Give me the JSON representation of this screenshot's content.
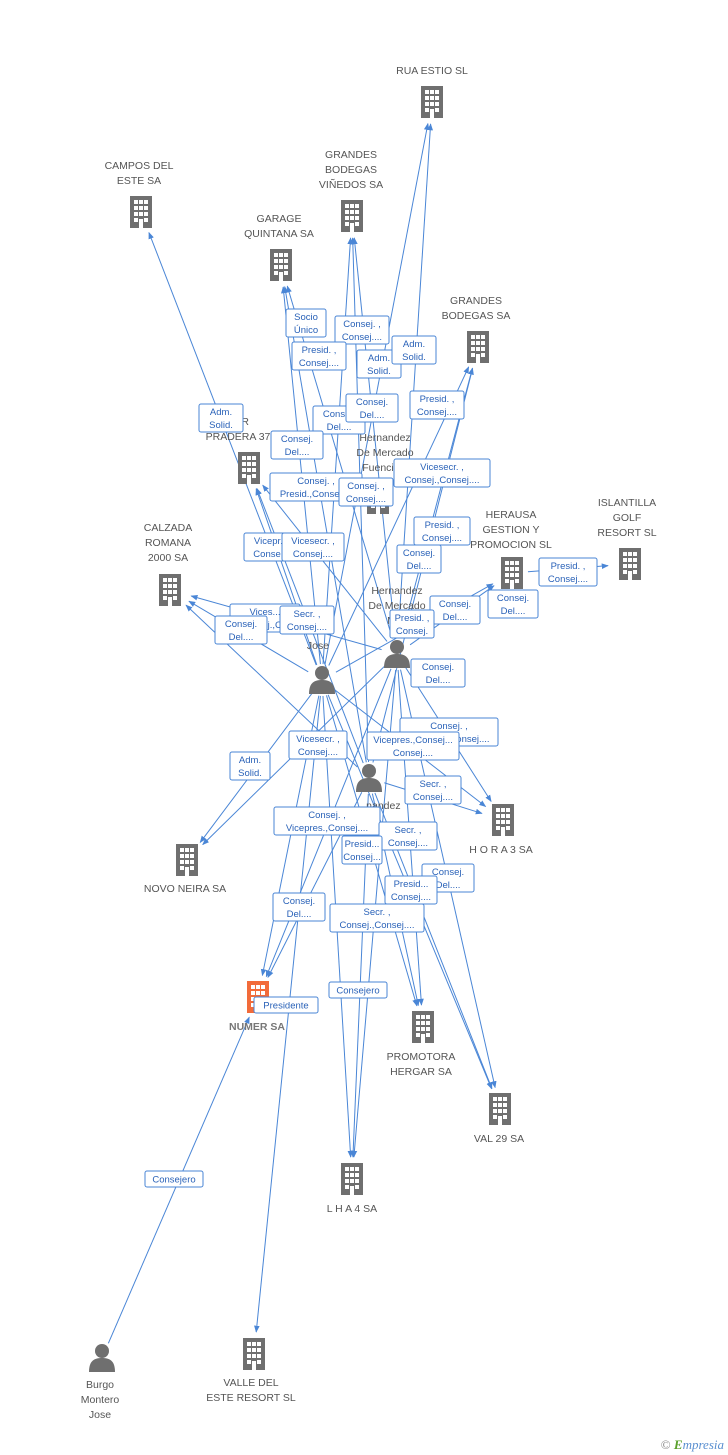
{
  "companies": [
    {
      "id": "rua",
      "lines": [
        "RUA ESTIO SL"
      ],
      "focus": false
    },
    {
      "id": "campos",
      "lines": [
        "CAMPOS DEL",
        "ESTE SA"
      ],
      "focus": false
    },
    {
      "id": "gbv",
      "lines": [
        "GRANDES",
        "BODEGAS",
        "VIÑEDOS SA"
      ],
      "focus": false
    },
    {
      "id": "garage",
      "lines": [
        "GARAGE",
        "QUINTANA SA"
      ],
      "focus": false
    },
    {
      "id": "gb",
      "lines": [
        "GRANDES",
        "BODEGAS SA"
      ],
      "focus": false
    },
    {
      "id": "tor",
      "lines": [
        "TOR",
        "PRADERA 37"
      ],
      "focus": false
    },
    {
      "id": "hdm_co",
      "lines": [
        "Hernandez",
        "De Mercado",
        "Fuencis..."
      ],
      "focus": false
    },
    {
      "id": "calzada",
      "lines": [
        "CALZADA",
        "ROMANA",
        "2000 SA"
      ],
      "focus": false
    },
    {
      "id": "herausa",
      "lines": [
        "HERAUSA",
        "GESTION Y",
        "PROMOCION SL"
      ],
      "focus": false
    },
    {
      "id": "islantilla",
      "lines": [
        "ISLANTILLA",
        "GOLF",
        "RESORT SL"
      ],
      "focus": false
    },
    {
      "id": "hora3",
      "lines": [
        "H O R A 3 SA"
      ],
      "focus": false
    },
    {
      "id": "novo",
      "lines": [
        "NOVO NEIRA SA"
      ],
      "focus": false
    },
    {
      "id": "numer",
      "lines": [
        "NUMER SA"
      ],
      "focus": true
    },
    {
      "id": "promotora",
      "lines": [
        "PROMOTORA",
        "HERGAR SA"
      ],
      "focus": false
    },
    {
      "id": "val29",
      "lines": [
        "VAL 29 SA"
      ],
      "focus": false
    },
    {
      "id": "lha4",
      "lines": [
        "L H A 4 SA"
      ],
      "focus": false
    },
    {
      "id": "valle",
      "lines": [
        "VALLE DEL",
        "ESTE RESORT SL"
      ],
      "focus": false
    }
  ],
  "persons": [
    {
      "id": "p_jose",
      "lines": [
        "...ez",
        "...ado",
        "Jose"
      ]
    },
    {
      "id": "p_miguel",
      "lines": [
        "Hernandez",
        "De Mercado",
        "Mi..."
      ]
    },
    {
      "id": "p_third",
      "lines": [
        "...nandez"
      ]
    },
    {
      "id": "p_burgo",
      "lines": [
        "Burgo",
        "Montero",
        "Jose"
      ]
    }
  ],
  "relations": [
    {
      "id": "r1",
      "lines": [
        "Socio",
        "Único"
      ]
    },
    {
      "id": "r2",
      "lines": [
        "Consej. ,",
        "Consej...."
      ]
    },
    {
      "id": "r3",
      "lines": [
        "Presid. ,",
        "Consej...."
      ]
    },
    {
      "id": "r4",
      "lines": [
        "Adm.",
        "Solid."
      ]
    },
    {
      "id": "r5",
      "lines": [
        "Adm.",
        "Solid."
      ]
    },
    {
      "id": "r6",
      "lines": [
        "Adm.",
        "Solid."
      ]
    },
    {
      "id": "r7",
      "lines": [
        "Presid. ,",
        "Consej...."
      ]
    },
    {
      "id": "r8",
      "lines": [
        "Consej.",
        "Del...."
      ]
    },
    {
      "id": "r9",
      "lines": [
        "Consej.",
        "Del...."
      ]
    },
    {
      "id": "r10",
      "lines": [
        "Consej.",
        "Del...."
      ]
    },
    {
      "id": "r11",
      "lines": [
        "Vicesecr. ,",
        "Consej.,Consej...."
      ]
    },
    {
      "id": "r12",
      "lines": [
        "Consej. ,",
        "Presid.,Consej...."
      ]
    },
    {
      "id": "r13",
      "lines": [
        "Consej. ,",
        "Consej...."
      ]
    },
    {
      "id": "r14",
      "lines": [
        "Presid. ,",
        "Consej...."
      ]
    },
    {
      "id": "r15",
      "lines": [
        "Vicepr...",
        "Conse..."
      ]
    },
    {
      "id": "r16",
      "lines": [
        "Vicesecr. ,",
        "Consej...."
      ]
    },
    {
      "id": "r17",
      "lines": [
        "Consej.",
        "Del...."
      ]
    },
    {
      "id": "r18",
      "lines": [
        "Presid. ,",
        "Consej...."
      ]
    },
    {
      "id": "r19",
      "lines": [
        "Consej.",
        "Del...."
      ]
    },
    {
      "id": "r20",
      "lines": [
        "Consej.",
        "Del...."
      ]
    },
    {
      "id": "r21",
      "lines": [
        "Vices...",
        "Consej.,C..."
      ]
    },
    {
      "id": "r22",
      "lines": [
        "Secr. ,",
        "Consej...."
      ]
    },
    {
      "id": "r23",
      "lines": [
        "Consej.",
        "Del...."
      ]
    },
    {
      "id": "r24",
      "lines": [
        "Presid. ,",
        "Consej."
      ]
    },
    {
      "id": "r25",
      "lines": [
        "Consej.",
        "Del...."
      ]
    },
    {
      "id": "r26",
      "lines": [
        "Consej. ,",
        "Vicesecr.,Consej...."
      ]
    },
    {
      "id": "r27",
      "lines": [
        "Vicesecr. ,",
        "Consej...."
      ]
    },
    {
      "id": "r28",
      "lines": [
        "Adm.",
        "Solid."
      ]
    },
    {
      "id": "r29",
      "lines": [
        "Vicepres.,Consej...",
        "Consej...."
      ]
    },
    {
      "id": "r30",
      "lines": [
        "Secr. ,",
        "Consej...."
      ]
    },
    {
      "id": "r31",
      "lines": [
        "Consej. ,",
        "Vicepres.,Consej...."
      ]
    },
    {
      "id": "r32",
      "lines": [
        "Secr. ,",
        "Consej...."
      ]
    },
    {
      "id": "r33",
      "lines": [
        "Presid...",
        "Consej..."
      ]
    },
    {
      "id": "r34",
      "lines": [
        "Consej.",
        "Del...."
      ]
    },
    {
      "id": "r35",
      "lines": [
        "Consej.",
        "Del...."
      ]
    },
    {
      "id": "r36",
      "lines": [
        "Presid...",
        "Consej...."
      ]
    },
    {
      "id": "r37",
      "lines": [
        "Secr. ,",
        "Consej.,Consej...."
      ]
    },
    {
      "id": "r38",
      "lines": [
        "Presidente"
      ]
    },
    {
      "id": "r39",
      "lines": [
        "Consejero"
      ]
    },
    {
      "id": "r40",
      "lines": [
        "Consejero"
      ]
    }
  ],
  "brand": {
    "copyright": "©",
    "e": "E",
    "rest": "mpresia"
  },
  "colors": {
    "edge": "#4a86d6",
    "node": "#6f6f6f",
    "focus": "#f26b3a",
    "relation_text": "#2a62b8"
  }
}
